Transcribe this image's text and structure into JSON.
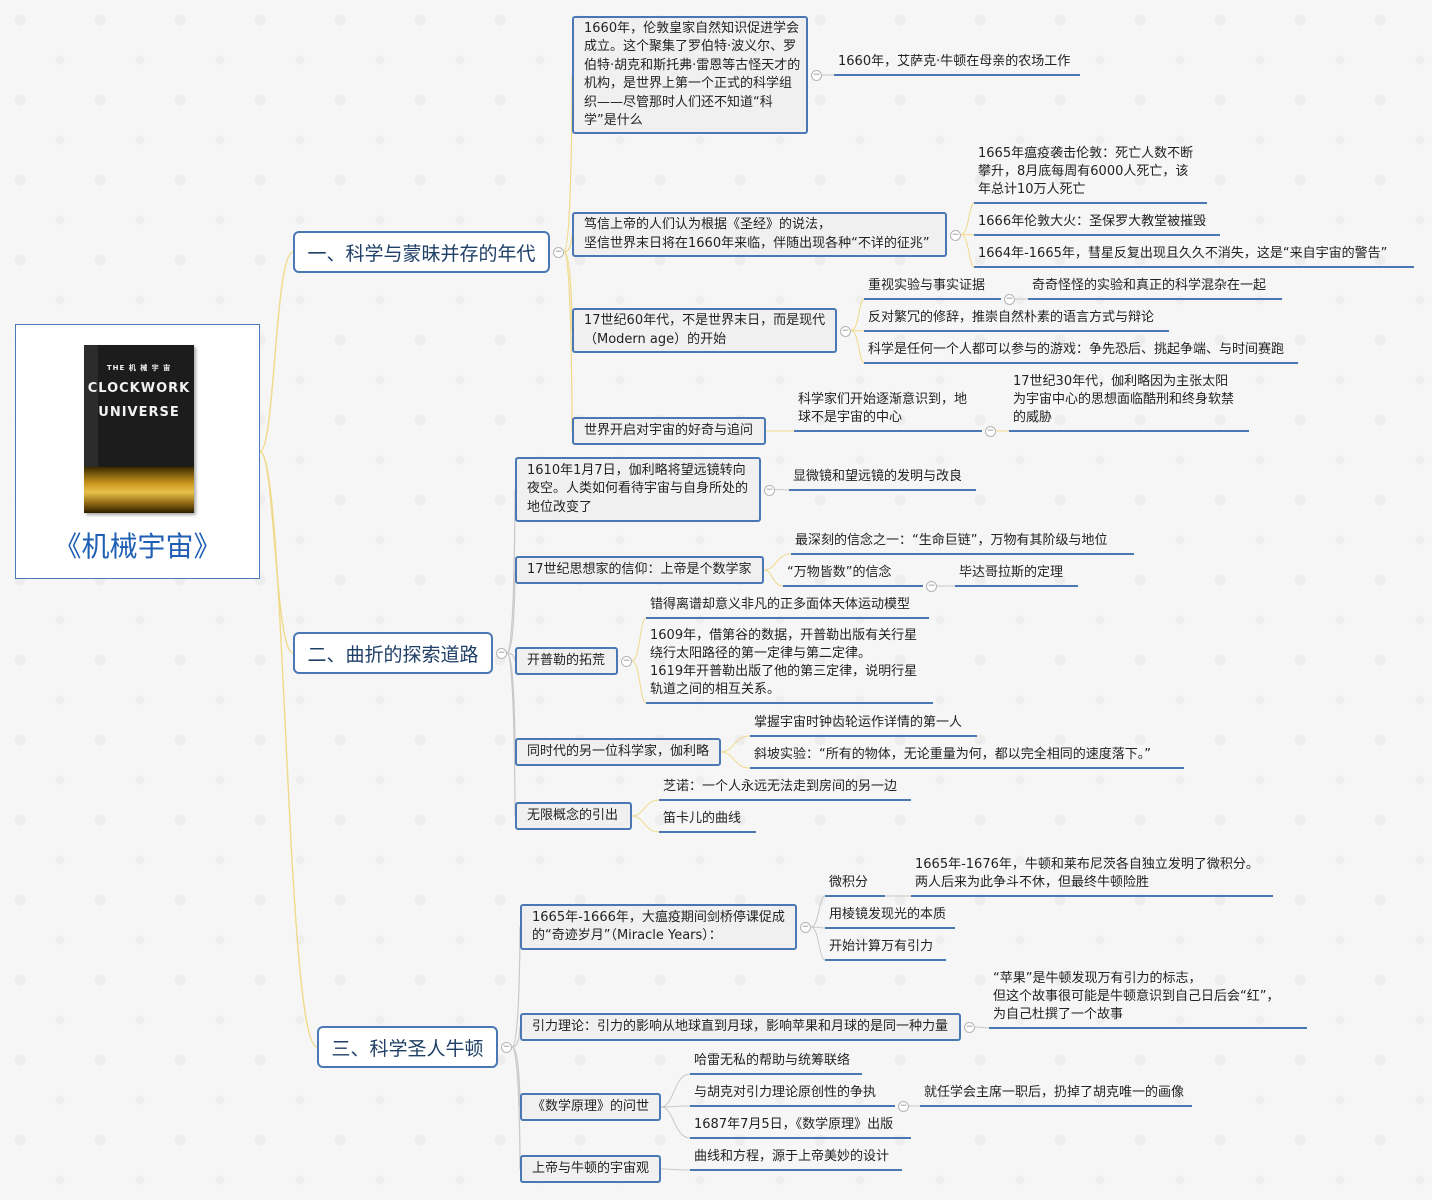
{
  "root": {
    "title": "《机械宇宙》",
    "book": {
      "line_top": "THE 机 械 宇 宙",
      "line_main1": "CLOCKWORK",
      "line_main2": "UNIVERSE"
    }
  },
  "branches": [
    {
      "label": "一、科学与蒙昧并存的年代",
      "topics": [
        {
          "text": "1660年，伦敦皇家自然知识促进学会\n成立。这个聚集了罗伯特·波义尔、罗\n伯特·胡克和斯托弗·雷恩等古怪天才的\n机构，是世界上第一个正式的科学组\n织——尽管那时人们还不知道“科\n学”是什么",
          "details": [
            {
              "text": "1660年，艾萨克·牛顿在母亲的农场工作"
            }
          ]
        },
        {
          "text": "笃信上帝的人们认为根据《圣经》的说法，\n坚信世界末日将在1660年来临，伴随出现各种“不详的征兆”",
          "details": [
            {
              "text": "1665年瘟疫袭击伦敦：死亡人数不断\n攀升，8月底每周有6000人死亡，该\n年总计10万人死亡"
            },
            {
              "text": "1666年伦敦大火：圣保罗大教堂被摧毁"
            },
            {
              "text": "1664年-1665年，彗星反复出现且久久不消失，这是“来自宇宙的警告”"
            }
          ]
        },
        {
          "text": "17世纪60年代，不是世界末日，而是现代\n（Modern age）的开始",
          "details": [
            {
              "text": "重视实验与事实证据",
              "sub": "奇奇怪怪的实验和真正的科学混杂在一起"
            },
            {
              "text": "反对繁冗的修辞，推崇自然朴素的语言方式与辩论"
            },
            {
              "text": "科学是任何一个人都可以参与的游戏：争先恐后、挑起争端、与时间赛跑"
            }
          ]
        },
        {
          "text": "世界开启对宇宙的好奇与追问",
          "details": [
            {
              "text": "科学家们开始逐渐意识到，地\n球不是宇宙的中心",
              "sub": "17世纪30年代，伽利略因为主张太阳\n为宇宙中心的思想面临酷刑和终身软禁\n的威胁"
            }
          ]
        }
      ]
    },
    {
      "label": "二、曲折的探索道路",
      "topics": [
        {
          "text": "1610年1月7日，伽利略将望远镜转向\n夜空。人类如何看待宇宙与自身所处的\n地位改变了",
          "details": [
            {
              "text": "显微镜和望远镜的发明与改良"
            }
          ]
        },
        {
          "text": "17世纪思想家的信仰：上帝是个数学家",
          "details": [
            {
              "text": "最深刻的信念之一：“生命巨链”，万物有其阶级与地位"
            },
            {
              "text": "“万物皆数”的信念",
              "sub": "毕达哥拉斯的定理"
            }
          ]
        },
        {
          "text": "开普勒的拓荒",
          "details": [
            {
              "text": "错得离谱却意义非凡的正多面体天体运动模型"
            },
            {
              "text": "1609年，借第谷的数据，开普勒出版有关行星\n绕行太阳路径的第一定律与第二定律。\n1619年开普勒出版了他的第三定律，说明行星\n轨道之间的相互关系。"
            }
          ]
        },
        {
          "text": "同时代的另一位科学家，伽利略",
          "details": [
            {
              "text": "掌握宇宙时钟齿轮运作详情的第一人"
            },
            {
              "text": "斜坡实验：“所有的物体，无论重量为何，都以完全相同的速度落下。”"
            }
          ]
        },
        {
          "text": "无限概念的引出",
          "details": [
            {
              "text": "芝诺：一个人永远无法走到房间的另一边"
            },
            {
              "text": "笛卡儿的曲线"
            }
          ]
        }
      ]
    },
    {
      "label": "三、科学圣人牛顿",
      "topics": [
        {
          "text": "1665年-1666年，大瘟疫期间剑桥停课促成\n的“奇迹岁月”（Miracle Years）：",
          "details": [
            {
              "text": "微积分",
              "sub": "1665年-1676年，牛顿和莱布尼茨各自独立发明了微积分。\n两人后来为此争斗不休，但最终牛顿险胜"
            },
            {
              "text": "用棱镜发现光的本质"
            },
            {
              "text": "开始计算万有引力"
            }
          ]
        },
        {
          "text": "引力理论：引力的影响从地球直到月球，影响苹果和月球的是同一种力量",
          "details": [
            {
              "text": "“苹果”是牛顿发现万有引力的标志，\n但这个故事很可能是牛顿意识到自己日后会“红”，\n为自己杜撰了一个故事"
            }
          ]
        },
        {
          "text": "《数学原理》的问世",
          "details": [
            {
              "text": "哈雷无私的帮助与统筹联络"
            },
            {
              "text": "与胡克对引力理论原创性的争执",
              "sub": "就任学会主席一职后，扔掉了胡克唯一的画像"
            },
            {
              "text": "1687年7月5日，《数学原理》出版"
            }
          ]
        },
        {
          "text": "上帝与牛顿的宇宙观",
          "details": [
            {
              "text": "曲线和方程，源于上帝美妙的设计"
            }
          ]
        }
      ]
    }
  ]
}
